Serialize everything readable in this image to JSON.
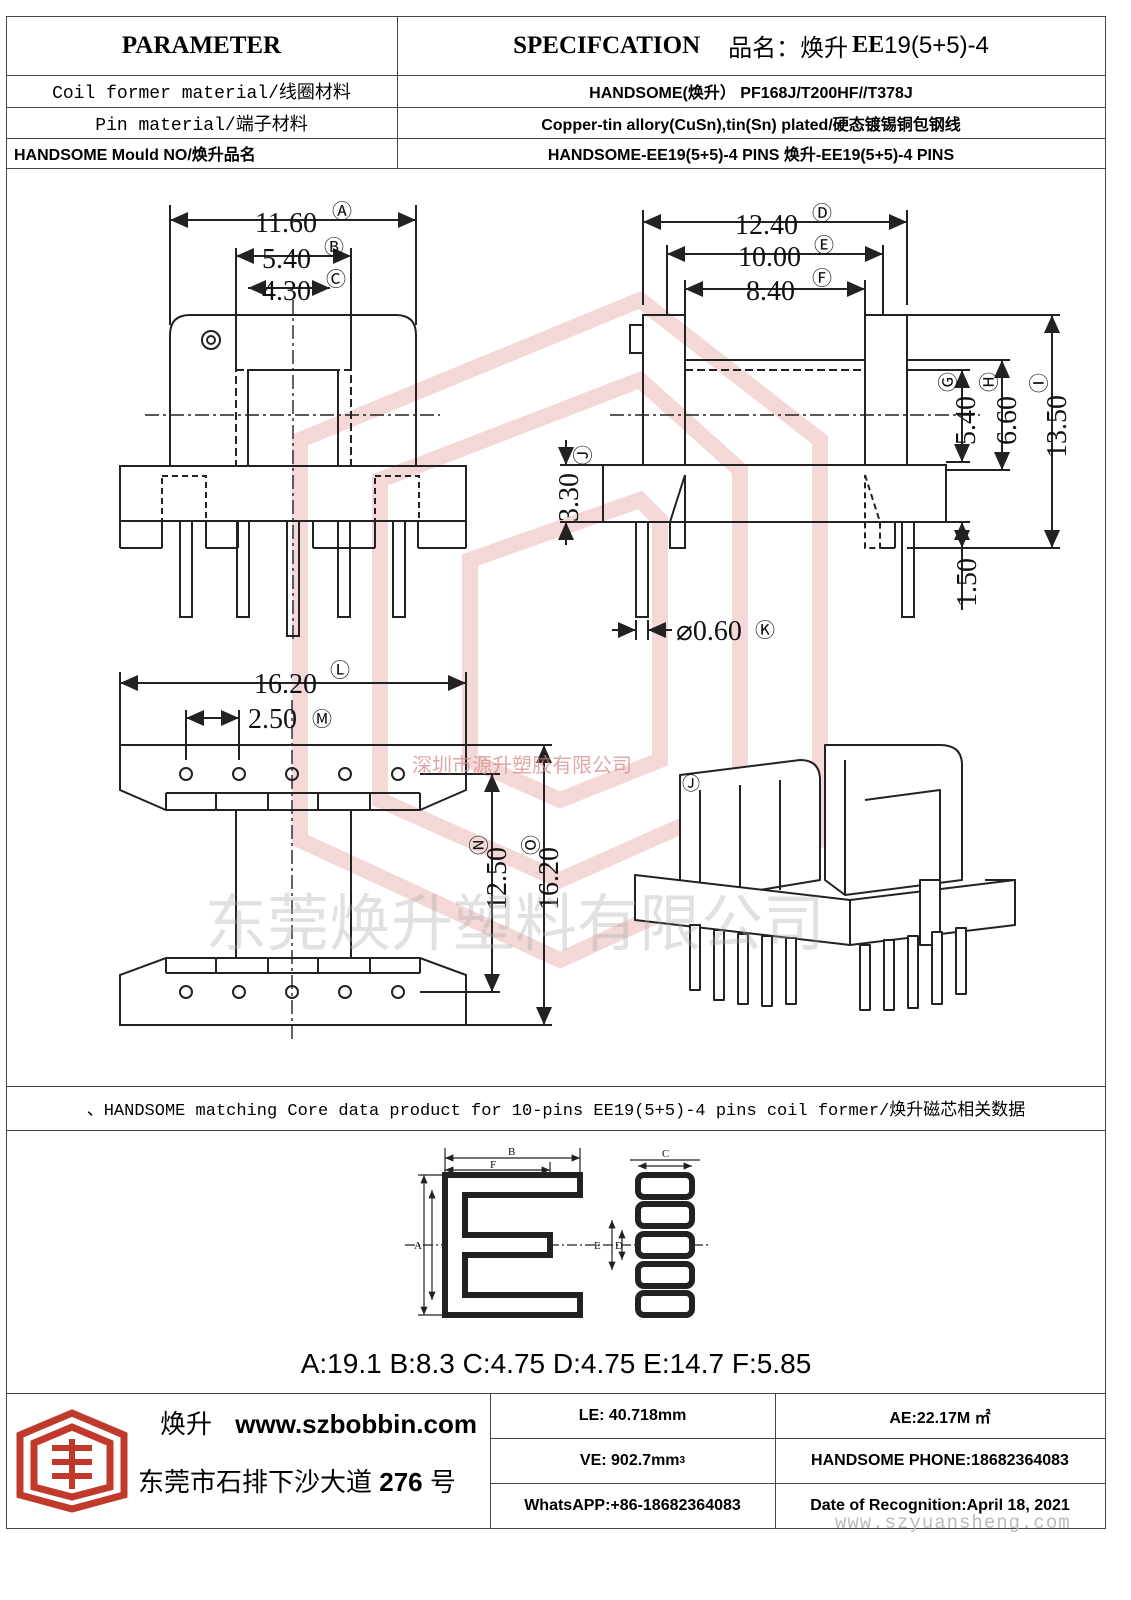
{
  "header": {
    "parameter": "PARAMETER",
    "specification": "SPECIFCATION",
    "product_name_label": "品名：焕升",
    "product_name_bold": "EE",
    "product_name_rest": "19(5+5)-4"
  },
  "rows": [
    {
      "param": "Coil  former material/线圈材料",
      "value": "HANDSOME(焕升）   PF168J/T200HF//T378J"
    },
    {
      "param": "Pin material/端子材料",
      "value": "Copper-tin allory(CuSn),tin(Sn) plated/硬态镀锡铜包钢线"
    },
    {
      "param": "HANDSOME Mould NO/焕升品名",
      "value": "HANDSOME-EE19(5+5)-4 PINS     焕升-EE19(5+5)-4 PINS"
    }
  ],
  "drawing": {
    "front": {
      "a": "11.60",
      "b": "5.40",
      "c": "4.30"
    },
    "side": {
      "d": "12.40",
      "e": "10.00",
      "f": "8.40",
      "g": "5.40",
      "h": "6.60",
      "i": "13.50",
      "j": "3.30",
      "pin_len": "1.50",
      "k": "⌀0.60"
    },
    "bottom": {
      "l": "16.20",
      "m": "2.50",
      "n": "12.50",
      "o": "16.20"
    },
    "markers": {
      "a": "Ⓐ",
      "b": "Ⓑ",
      "c": "Ⓒ",
      "d": "Ⓓ",
      "e": "Ⓔ",
      "f": "Ⓕ",
      "g": "Ⓖ",
      "h": "Ⓗ",
      "i": "Ⓘ",
      "j": "Ⓙ",
      "k": "Ⓚ",
      "l": "Ⓛ",
      "m": "Ⓜ",
      "n": "Ⓝ",
      "o": "Ⓞ"
    },
    "watermark_small": "深圳市源升塑胶有限公司",
    "watermark_large": "东莞焕升塑料有限公司"
  },
  "core": {
    "title": "、HANDSOME matching Core data  product for 10-pins EE19(5+5)-4 pins coil former/焕升磁芯相关数据",
    "labels": {
      "a": "A",
      "b": "B",
      "c": "C",
      "d": "D",
      "e": "E",
      "f": "F"
    },
    "values": "A:19.1 B:8.3 C:4.75 D:4.75 E:14.7 F:5.85"
  },
  "footer": {
    "brand": "焕升",
    "website": "www.szbobbin.com",
    "address_prefix": "东莞市石排下沙大道",
    "address_number": "276",
    "address_suffix": "号",
    "le": "LE: 40.718mm",
    "ae": "AE:22.17M ㎡",
    "ve_prefix": "VE: 902.7mm",
    "ve_sup": "3",
    "phone": "HANDSOME PHONE:18682364083",
    "whatsapp": "WhatsAPP:+86-18682364083",
    "date": "Date of Recognition:April 18, 2021",
    "watermark_url": "www.szyuansheng.com"
  },
  "colors": {
    "border": "#444444",
    "watermark": "#e8a7a7",
    "logo": "#c0392b"
  }
}
